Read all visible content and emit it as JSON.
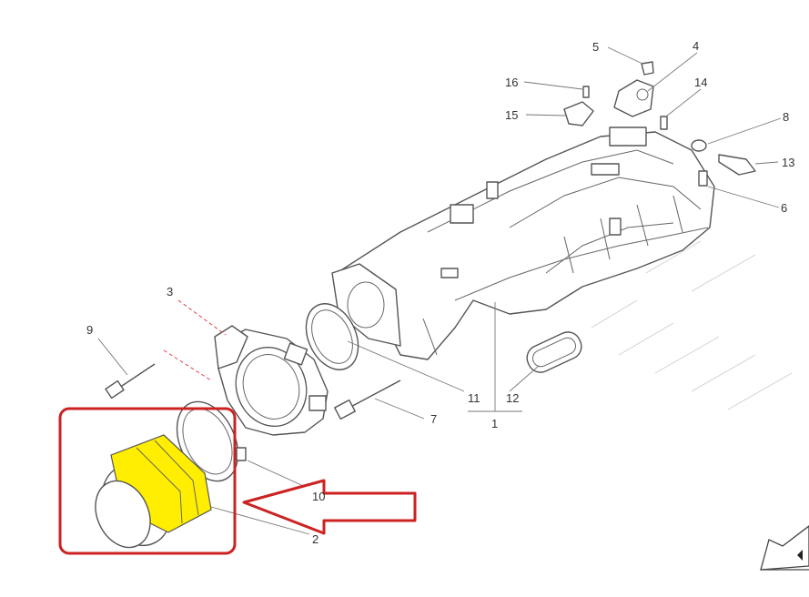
{
  "callouts": [
    {
      "id": "1",
      "label": "1"
    },
    {
      "id": "2",
      "label": "2"
    },
    {
      "id": "3",
      "label": "3"
    },
    {
      "id": "4",
      "label": "4"
    },
    {
      "id": "5",
      "label": "5"
    },
    {
      "id": "6",
      "label": "6"
    },
    {
      "id": "7",
      "label": "7"
    },
    {
      "id": "8",
      "label": "8"
    },
    {
      "id": "9",
      "label": "9"
    },
    {
      "id": "10",
      "label": "10"
    },
    {
      "id": "11",
      "label": "11"
    },
    {
      "id": "12",
      "label": "12"
    },
    {
      "id": "13",
      "label": "13"
    },
    {
      "id": "14",
      "label": "14"
    },
    {
      "id": "15",
      "label": "15"
    },
    {
      "id": "16",
      "label": "16"
    }
  ],
  "colors": {
    "highlight_box": "#cc2222",
    "highlight_fill": "#ffee00",
    "pointer_arrow": "#cc2222",
    "line": "#555555"
  },
  "icons": [
    "orientation-arrow-icon"
  ]
}
